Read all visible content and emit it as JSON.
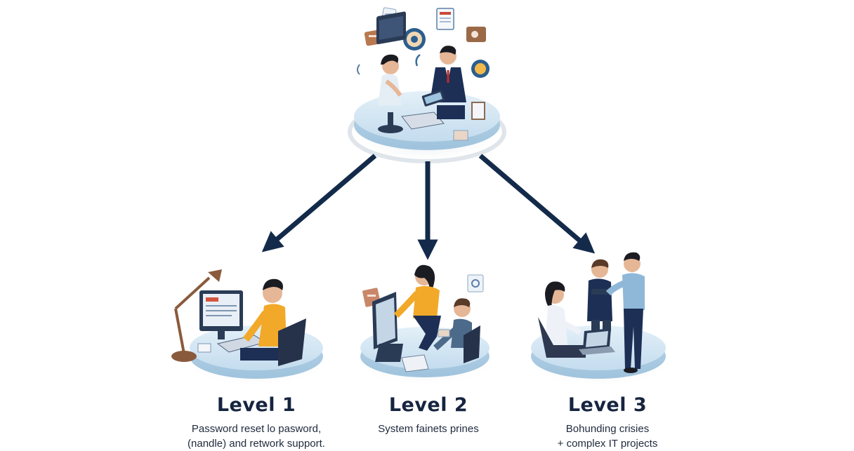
{
  "levels": [
    {
      "title": "Level 1",
      "description_lines": [
        "Password reset lo pasword,",
        "(nandle) and retwork support."
      ]
    },
    {
      "title": "Level 2",
      "description_lines": [
        "System fainets prines"
      ]
    },
    {
      "title": "Level 3",
      "description_lines": [
        "Bohunding crisies",
        "+ complex IT projects"
      ]
    }
  ],
  "colors": {
    "arrow": "#132a4a",
    "platform_top": "#d3e6f3",
    "platform_side": "#aecde3",
    "navy": "#1d2f55",
    "yellow": "#f2a929",
    "skin": "#e6b796"
  },
  "icons": [
    "desk-lamp-icon",
    "computer-monitor-icon",
    "laptop-icon",
    "tablet-icon",
    "settings-icon",
    "chat-icon",
    "document-icon"
  ]
}
